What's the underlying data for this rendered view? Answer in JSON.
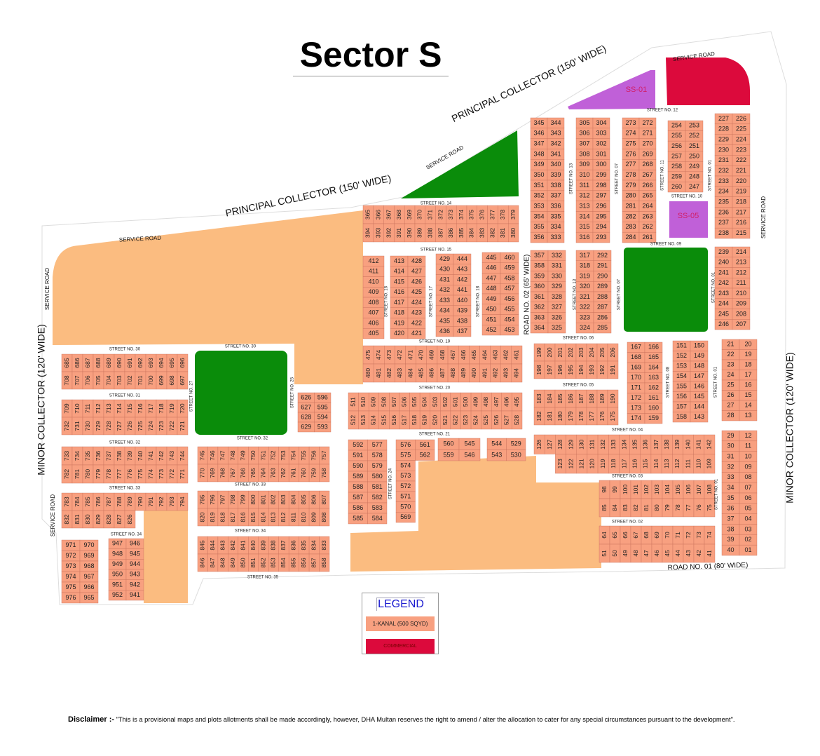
{
  "title": "Sector S",
  "colors": {
    "plot": "#f8a080",
    "plot_border": "#c8705a",
    "open_area": "#fbbc80",
    "park": "#0a8c0a",
    "amenity": "#c060d8",
    "commercial": "#dc0a3c"
  },
  "legend": {
    "title": "LEGEND",
    "items": [
      "1-KANAL (500 SQYD)",
      "COMMERCIAL"
    ]
  },
  "disclaimer": {
    "label": "Disclaimer :-",
    "text": "\"This is a provisional maps and plots allotments shall be made accordingly, however, DHA Multan reserves the right to amend / alter the allocation to cater for any special circumstances pursuant to the development\"."
  },
  "amenities": {
    "ss01": "SS-01",
    "ss05": "SS-05"
  },
  "roads": [
    "PRINCIPAL   COLLECTOR   (150' WIDE)",
    "PRINCIPAL   COLLECTOR   (150' WIDE)",
    "SERVICE ROAD",
    "SERVICE ROAD",
    "SERVICE ROAD",
    "SERVICE ROAD",
    "SERVICE ROAD",
    "SERVICE ROAD",
    "MINOR COLLECTOR (120' WIDE)",
    "MINOR COLLECTOR (120' WIDE)",
    "ROAD NO. 02 (65' WIDE)",
    "ROAD NO. 01 (80' WIDE)"
  ],
  "streets": [
    "STREET NO. 12",
    "STREET NO. 14",
    "STREET NO. 15",
    "STREET NO. 09",
    "STREET NO. 10",
    "STREET NO. 13",
    "STREET NO. 07",
    "STREET NO. 11",
    "STREET NO. 01",
    "STREET NO. 16",
    "STREET NO. 17",
    "STREET NO. 18",
    "STREET NO. 13",
    "STREET NO. 07",
    "STREET NO. 01",
    "STREET NO. 19",
    "STREET NO. 06",
    "STREET NO. 05",
    "STREET NO. 08",
    "STREET NO. 01",
    "STREET NO. 20",
    "STREET NO. 21",
    "STREET NO. 04",
    "STREET NO. 03",
    "STREET NO. 02",
    "STREET NO. 01",
    "STREET NO. 24",
    "STREET NO. 30",
    "STREET NO. 30",
    "STREET NO. 27",
    "STREET NO. 25",
    "STREET NO. 31",
    "STREET NO. 32",
    "STREET NO. 32",
    "STREET NO. 33",
    "STREET NO. 33",
    "STREET NO. 34",
    "STREET NO. 34",
    "STREET NO. 35"
  ],
  "blocks": [
    {
      "id": "A",
      "a": [
        345,
        356
      ],
      "b": [
        344,
        333
      ]
    },
    {
      "id": "B",
      "a": [
        305,
        316
      ],
      "b": [
        304,
        293
      ]
    },
    {
      "id": "C",
      "a": [
        273,
        284
      ],
      "b": [
        272,
        261
      ]
    },
    {
      "id": "D",
      "a": [
        254,
        260
      ],
      "b": [
        253,
        247
      ]
    },
    {
      "id": "E",
      "a": [
        227,
        238
      ],
      "b": [
        226,
        215
      ]
    },
    {
      "id": "F",
      "a": [
        357,
        364
      ],
      "b": [
        332,
        325
      ]
    },
    {
      "id": "G",
      "a": [
        317,
        324
      ],
      "b": [
        292,
        285
      ]
    },
    {
      "id": "H",
      "a": [
        239,
        246
      ],
      "b": [
        214,
        207
      ]
    },
    {
      "id": "I",
      "a": [
        365,
        379
      ],
      "b": [
        394,
        380
      ]
    },
    {
      "id": "J",
      "a": [
        412,
        405
      ]
    },
    {
      "id": "K",
      "a": [
        413,
        420
      ],
      "b": [
        428,
        421
      ]
    },
    {
      "id": "L",
      "a": [
        429,
        436
      ],
      "b": [
        444,
        437
      ]
    },
    {
      "id": "M",
      "a": [
        445,
        452
      ],
      "b": [
        460,
        453
      ]
    },
    {
      "id": "N",
      "a": [
        475,
        461
      ],
      "b": [
        480,
        494
      ]
    },
    {
      "id": "O",
      "a": [
        511,
        495
      ],
      "b": [
        512,
        528
      ]
    },
    {
      "id": "P",
      "a": [
        199,
        206
      ],
      "b": [
        198,
        191
      ]
    },
    {
      "id": "Q",
      "a": [
        183,
        190
      ],
      "b": [
        182,
        175
      ]
    },
    {
      "id": "R",
      "a": [
        167,
        174
      ],
      "b": [
        166,
        159
      ]
    },
    {
      "id": "S",
      "a": [
        151,
        158
      ],
      "b": [
        150,
        143
      ]
    },
    {
      "id": "T",
      "a": [
        21,
        28
      ],
      "b": [
        20,
        13
      ]
    },
    {
      "id": "U",
      "a": [
        29,
        40
      ],
      "b": [
        12,
        1
      ],
      "pad": 2
    },
    {
      "id": "V",
      "a": [
        126,
        142
      ],
      "b": [
        123,
        109
      ]
    },
    {
      "id": "W",
      "a": [
        98,
        108
      ],
      "b": [
        85,
        75
      ]
    },
    {
      "id": "X",
      "a": [
        64,
        74
      ],
      "b": [
        51,
        41
      ]
    },
    {
      "id": "Y",
      "a": [
        685,
        696
      ],
      "b": [
        708,
        697
      ]
    },
    {
      "id": "Z",
      "a": [
        709,
        720
      ],
      "b": [
        732,
        721
      ]
    },
    {
      "id": "AA",
      "a": [
        733,
        744
      ],
      "b": [
        782,
        771
      ]
    },
    {
      "id": "AB",
      "a": [
        783,
        794
      ],
      "b": [
        832,
        826
      ]
    },
    {
      "id": "AC",
      "a": [
        745,
        757
      ],
      "b": [
        770,
        758
      ]
    },
    {
      "id": "AD",
      "a": [
        795,
        807
      ],
      "b": [
        820,
        808
      ]
    },
    {
      "id": "AE",
      "a": [
        845,
        833
      ],
      "b": [
        846,
        858
      ]
    },
    {
      "id": "AF",
      "a": [
        626,
        629
      ],
      "b": [
        596,
        593
      ]
    },
    {
      "id": "AG",
      "a": [
        971,
        976
      ],
      "b": [
        970,
        965
      ]
    },
    {
      "id": "AH",
      "a": [
        947,
        952
      ],
      "b": [
        946,
        941
      ]
    },
    {
      "id": "AI",
      "a": [
        592,
        585
      ],
      "b": [
        577,
        584
      ]
    },
    {
      "id": "AJ",
      "a": [
        576,
        569
      ],
      "b": [
        561,
        562
      ]
    },
    {
      "id": "AK",
      "a": [
        560,
        559
      ],
      "b": [
        545,
        546
      ]
    },
    {
      "id": "AL",
      "a": [
        544,
        543
      ],
      "b": [
        529,
        530
      ]
    }
  ]
}
